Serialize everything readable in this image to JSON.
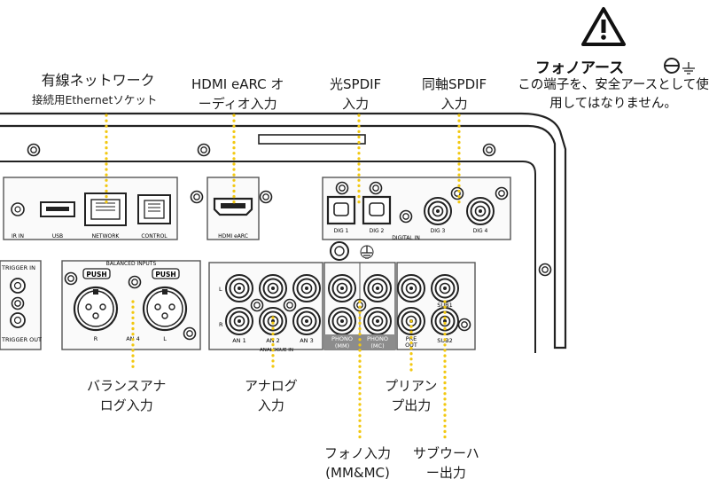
{
  "panel_labels": {
    "ir_in": "IR IN",
    "usb": "USB",
    "network": "NETWORK",
    "control": "CONTROL",
    "hdmi_earc": "HDMI eARC",
    "dig1": "DIG 1",
    "dig2": "DIG 2",
    "dig3": "DIG 3",
    "dig4": "DIG 4",
    "digital_in": "DIGITAL IN",
    "trigger_in": "TRIGGER IN",
    "trigger_out": "TRIGGER OUT",
    "balanced_inputs": "BALANCED INPUTS",
    "push": "PUSH",
    "bal_r": "R",
    "bal_an4": "AN 4",
    "bal_l": "L",
    "analogue_in": "ANALOGUE IN",
    "an1": "AN 1",
    "an2": "AN 2",
    "an3": "AN 3",
    "row_l": "L",
    "row_r": "R",
    "phono_mm_1": "PHONO",
    "phono_mm_2": "(MM)",
    "phono_mc_1": "PHONO",
    "phono_mc_2": "(MC)",
    "pre_out_1": "PRE",
    "pre_out_2": "OUT",
    "sub1": "SUB1",
    "sub2": "SUB2"
  },
  "callouts": {
    "network_1": "有線ネットワーク",
    "network_2": "接続用Ethernetソケット",
    "hdmi_1": "HDMI eARC オ",
    "hdmi_2": "ーディオ入力",
    "optical_1": "光SPDIF",
    "optical_2": "入力",
    "coax_1": "同軸SPDIF",
    "coax_2": "入力",
    "balanced_1": "バランスアナ",
    "balanced_2": "ログ入力",
    "analog_1": "アナログ",
    "analog_2": "入力",
    "preamp_1": "プリアン",
    "preamp_2": "プ出力",
    "phono_1": "フォノ入力",
    "phono_2": "(MM&MC)",
    "sub_1": "サブウーハ",
    "sub_2": "ー出力"
  },
  "warning": {
    "title": "フォノアース",
    "body": "この端子を、安全アースとして使用してはなりません。"
  },
  "colors": {
    "leader": "#f2c811",
    "panel_stroke": "#2b2b2b",
    "panel_fill": "#fafafa",
    "phono_band": "#8c8c8c"
  }
}
